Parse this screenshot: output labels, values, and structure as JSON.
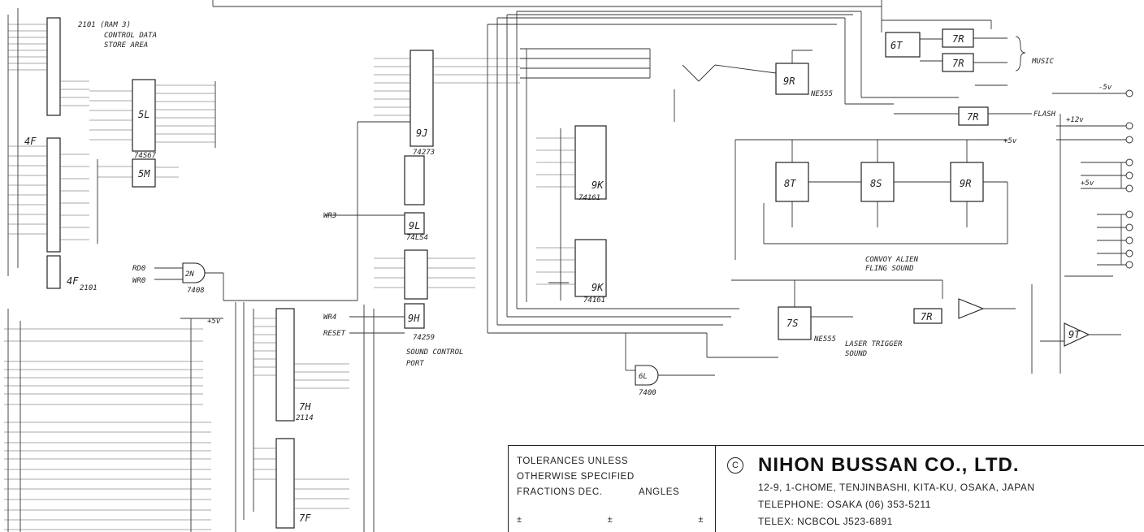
{
  "schematic": {
    "ram_label": "2101 (RAM 3)",
    "ram_note_1": "CONTROL DATA",
    "ram_note_2": "STORE AREA",
    "sound_port_1": "SOUND CONTROL",
    "sound_port_2": "PORT",
    "music_label": "MUSIC",
    "flash_label": "FLASH",
    "laser_1": "LASER TRIGGER",
    "laser_2": "SOUND",
    "alien_1": "CONVOY ALIEN",
    "alien_2": "FLING SOUND",
    "reset_label": "RESET",
    "wr3": "WR3",
    "wr4": "WR4",
    "rd0": "RD0",
    "wr0": "WR0",
    "plus5v": "+5v",
    "minus5v": "-5v",
    "plus12v": "+12v",
    "chips": [
      "9R",
      "8T",
      "8S",
      "9R",
      "7S",
      "9K",
      "9L",
      "7R",
      "6T",
      "5L",
      "5M",
      "9T"
    ]
  },
  "title_block": {
    "tolerance_line1": "TOLERANCES UNLESS",
    "tolerance_line2": "OTHERWISE SPECIFIED",
    "fractions_label": "FRACTIONS DEC.",
    "angles_label": "ANGLES",
    "tol_values": [
      "±",
      "±",
      "±"
    ],
    "copyright_symbol": "C",
    "company_name": "NIHON BUSSAN CO., LTD.",
    "address": "12-9, 1-CHOME, TENJINBASHI, KITA-KU, OSAKA, JAPAN",
    "telephone": "TELEPHONE: OSAKA (06) 353-5211",
    "telex": "TELEX: NCBCOL J523-6891"
  }
}
